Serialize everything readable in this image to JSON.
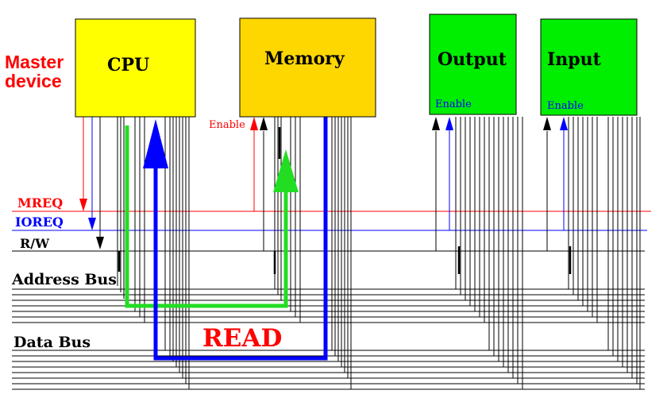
{
  "colors": {
    "cpu_fill": "#ffff00",
    "memory_fill": "#ffd700",
    "io_fill": "#00ee00",
    "mreq": "#ff0000",
    "ioreq": "#0000ff",
    "green_path": "#22dd22",
    "blue_path": "#0000ff",
    "read_text": "#ff0000",
    "master_text": "#ff0000"
  },
  "labels": {
    "master_line1": "Master",
    "master_line2": "device",
    "cpu": "CPU",
    "memory": "Memory",
    "output": "Output",
    "input": "Input",
    "memory_enable": "Enable",
    "output_enable": "Enable",
    "input_enable": "Enable",
    "mreq": "MREQ",
    "ioreq": "IOREQ",
    "rw": "R/W",
    "address_bus": "Address Bus",
    "data_bus": "Data Bus",
    "read": "READ"
  }
}
